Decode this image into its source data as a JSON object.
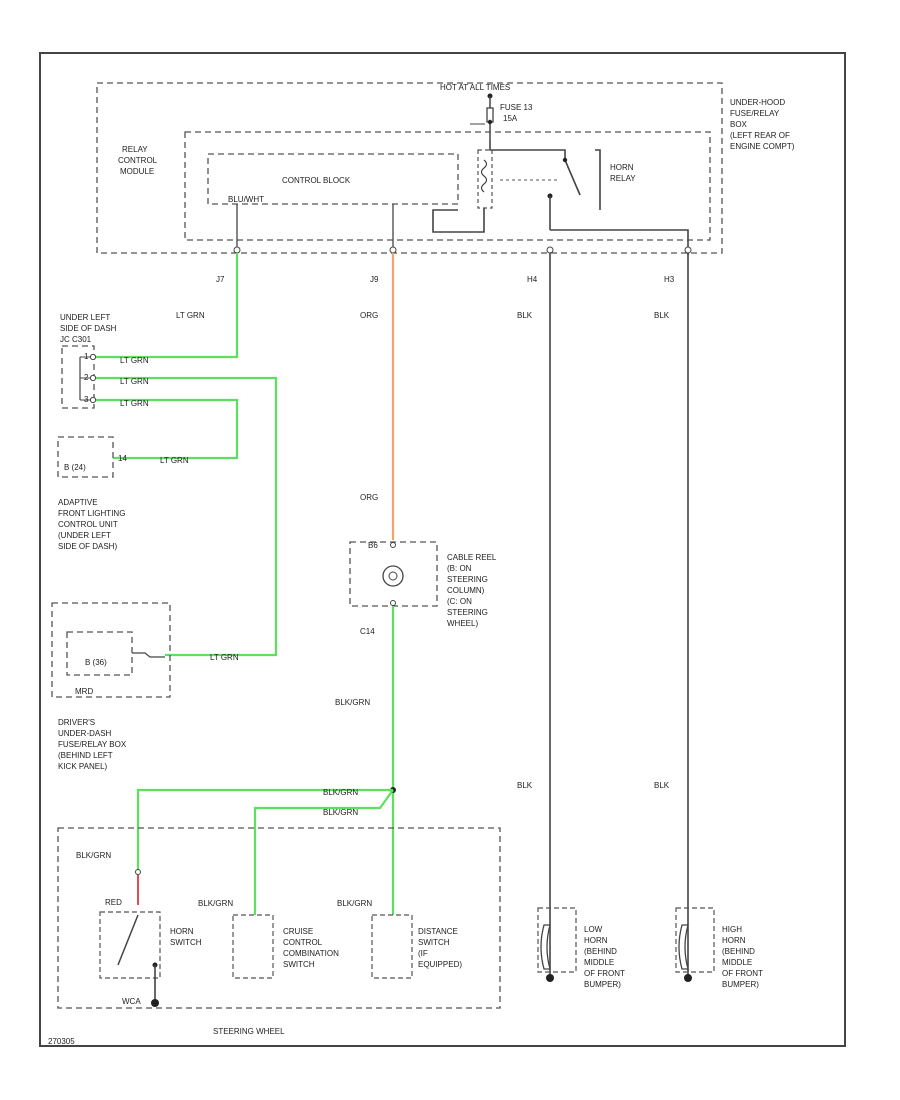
{
  "labels": {
    "hot_at_all_times": "HOT AT ALL TIMES",
    "fuse_13": "FUSE 13",
    "fuse_amp": "15A",
    "under_hood_box": [
      "UNDER-HOOD",
      "FUSE/RELAY",
      "BOX",
      "(LEFT REAR OF",
      "ENGINE COMPT)"
    ],
    "relay_control_module": [
      "RELAY",
      "CONTROL",
      "MODULE"
    ],
    "control_block": "CONTROL BLOCK",
    "blu_wht": "BLU/WHT",
    "horn_relay": [
      "HORN",
      "RELAY"
    ],
    "pin_j7": "J7",
    "pin_j9": "J9",
    "pin_h4": "H4",
    "pin_h3": "H3",
    "lt_grn": "LT GRN",
    "org": "ORG",
    "blk": "BLK",
    "under_dash_jc": [
      "UNDER LEFT",
      "SIDE OF DASH",
      "JC C301"
    ],
    "jc_pins": [
      "1",
      "2",
      "3"
    ],
    "afl_connector": "B (24)",
    "afl_pin": "14",
    "afl_label": [
      "ADAPTIVE",
      "FRONT LIGHTING",
      "CONTROL UNIT",
      "(UNDER LEFT",
      "SIDE OF DASH)"
    ],
    "cable_reel": [
      "CABLE REEL",
      "(B: ON",
      "STEERING",
      "COLUMN)",
      "(C: ON",
      "STEERING",
      "WHEEL)"
    ],
    "b6": "B6",
    "c14": "C14",
    "mrd_connector": "B (36)",
    "mrd_label": "MRD",
    "drivers_box": [
      "DRIVER'S",
      "UNDER-DASH",
      "FUSE/RELAY BOX",
      "(BEHIND LEFT",
      "KICK PANEL)"
    ],
    "blk_grn": "BLK/GRN",
    "red": "RED",
    "horn_switch": [
      "HORN",
      "SWITCH"
    ],
    "cruise_switch": [
      "CRUISE",
      "CONTROL",
      "COMBINATION",
      "SWITCH"
    ],
    "distance_switch": [
      "DISTANCE",
      "SWITCH",
      "(IF",
      "EQUIPPED)"
    ],
    "low_horn": [
      "LOW",
      "HORN",
      "(BEHIND",
      "MIDDLE",
      "OF FRONT",
      "BUMPER)"
    ],
    "high_horn": [
      "HIGH",
      "HORN",
      "(BEHIND",
      "MIDDLE",
      "OF FRONT",
      "BUMPER)"
    ],
    "g_ground": "WCA",
    "steering_wheel": "STEERING WHEEL",
    "fig_id": "270305"
  },
  "colors": {
    "green_wire": "#5de05d",
    "orange_wire": "#f2a468",
    "red_wire": "#e05050",
    "black_wire": "#444444"
  }
}
